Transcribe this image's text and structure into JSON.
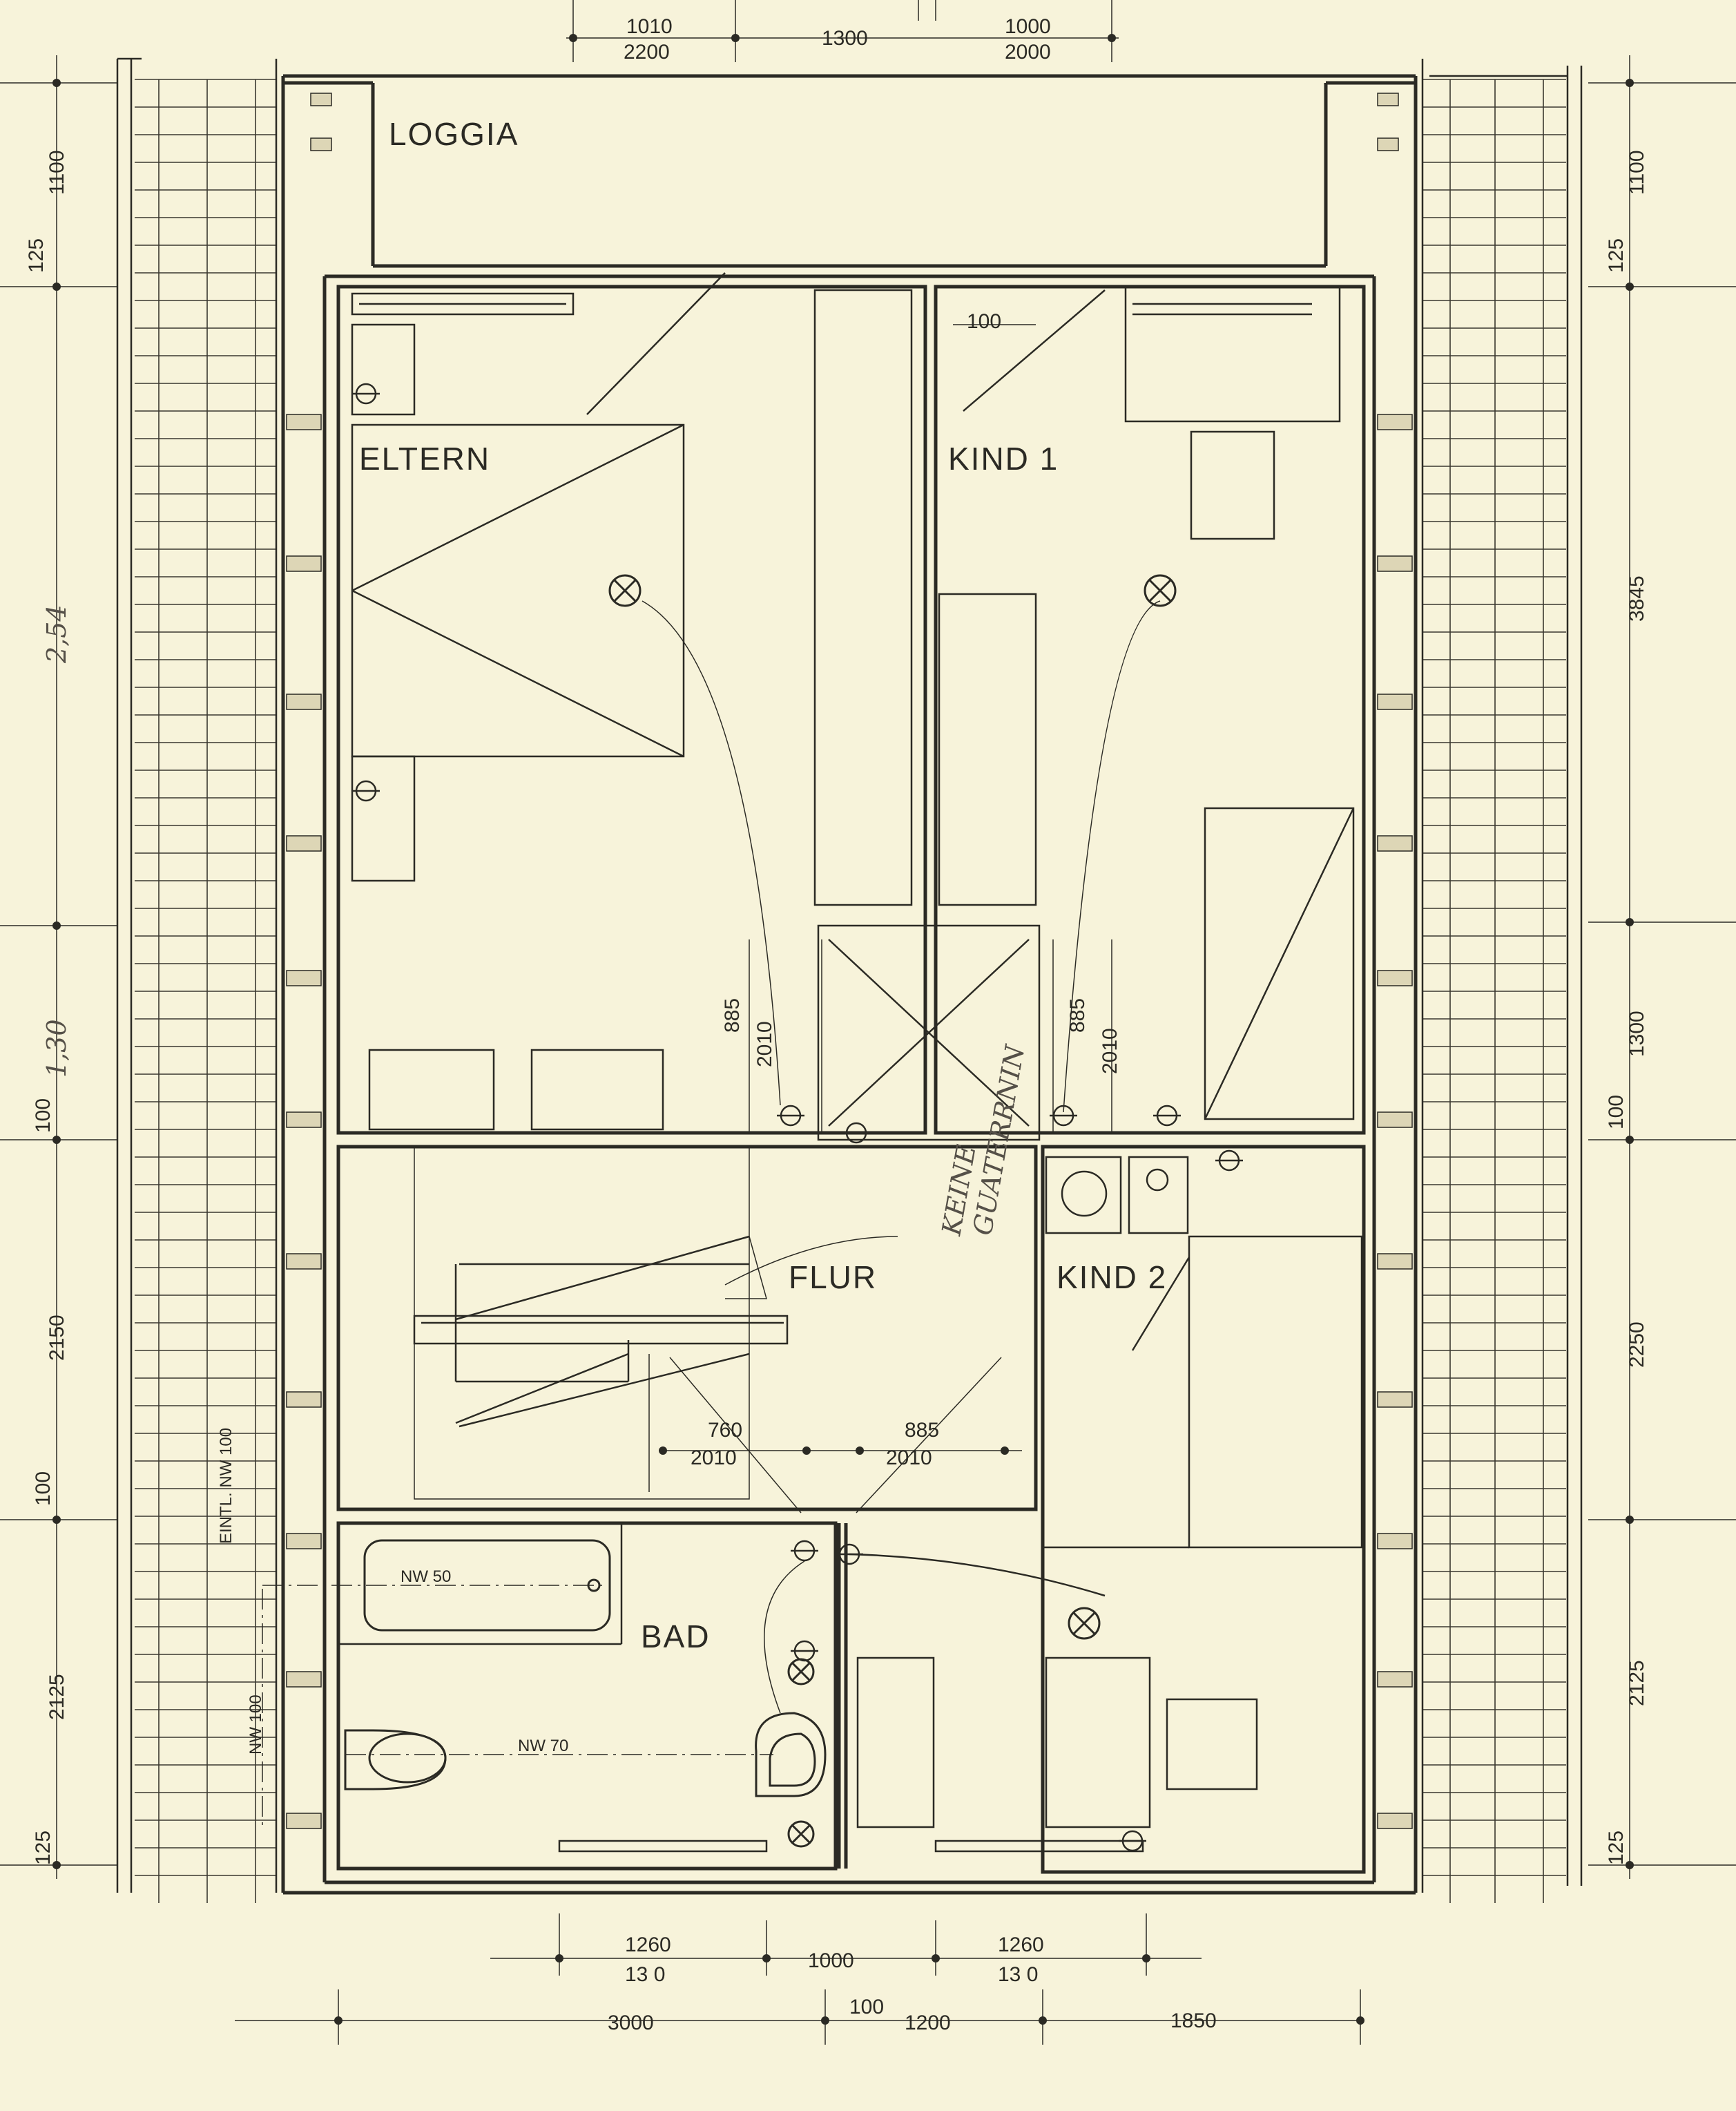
{
  "rooms": {
    "loggia": "LOGGIA",
    "eltern": "ELTERN",
    "kind1": "KIND 1",
    "kind2": "KIND 2",
    "flur": "FLUR",
    "bad": "BAD"
  },
  "dimensions": {
    "top": [
      "1010",
      "2200",
      "1300",
      "1000",
      "2000"
    ],
    "left": [
      "1100",
      "125",
      "100",
      "2150",
      "100",
      "2125",
      "125"
    ],
    "right": [
      "1100",
      "125",
      "3845",
      "1300",
      "100",
      "2250",
      "2125",
      "125"
    ],
    "bottom_row1": [
      "1260",
      "13 0",
      "1000",
      "1260",
      "13 0"
    ],
    "bottom_row2": [
      "3000",
      "100",
      "1200",
      "1850"
    ],
    "door_eltern": [
      "885",
      "2010"
    ],
    "door_kind1": [
      "885",
      "2010"
    ],
    "door_bad": [
      "760",
      "2010"
    ],
    "door_kind2": [
      "885",
      "2010"
    ],
    "kind1_inner": "100"
  },
  "pipes": {
    "bath": "NW 50",
    "toilet": "NW 70",
    "vertical": "NW 100",
    "entry": "EINTL. NW 100"
  },
  "handwritten": {
    "note1": "KEINE",
    "note2": "GUATERRNIN",
    "left_a": "2,54",
    "left_b": "1,30"
  }
}
